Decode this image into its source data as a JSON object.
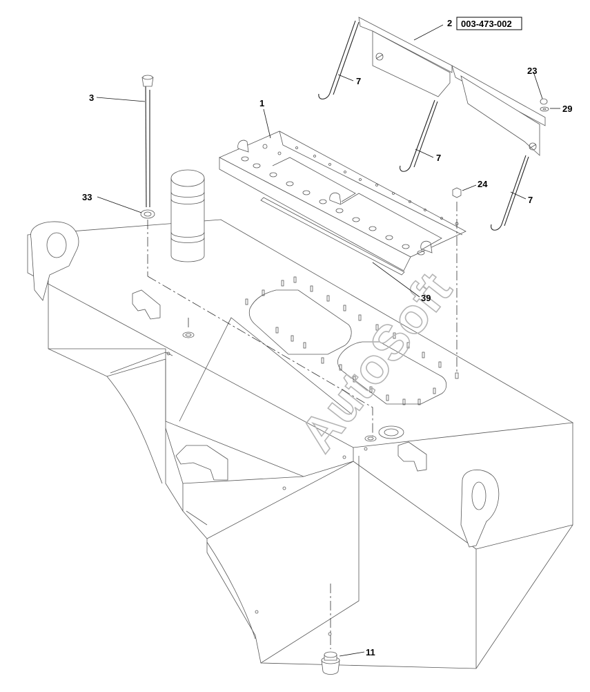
{
  "watermark": "AutoSoft",
  "callouts": {
    "c1": "1",
    "c2": "2",
    "c2_part": "003-473-002",
    "c3": "3",
    "c7a": "7",
    "c7b": "7",
    "c7c": "7",
    "c11": "11",
    "c23": "23",
    "c24": "24",
    "c29": "29",
    "c33": "33",
    "c39": "39"
  }
}
